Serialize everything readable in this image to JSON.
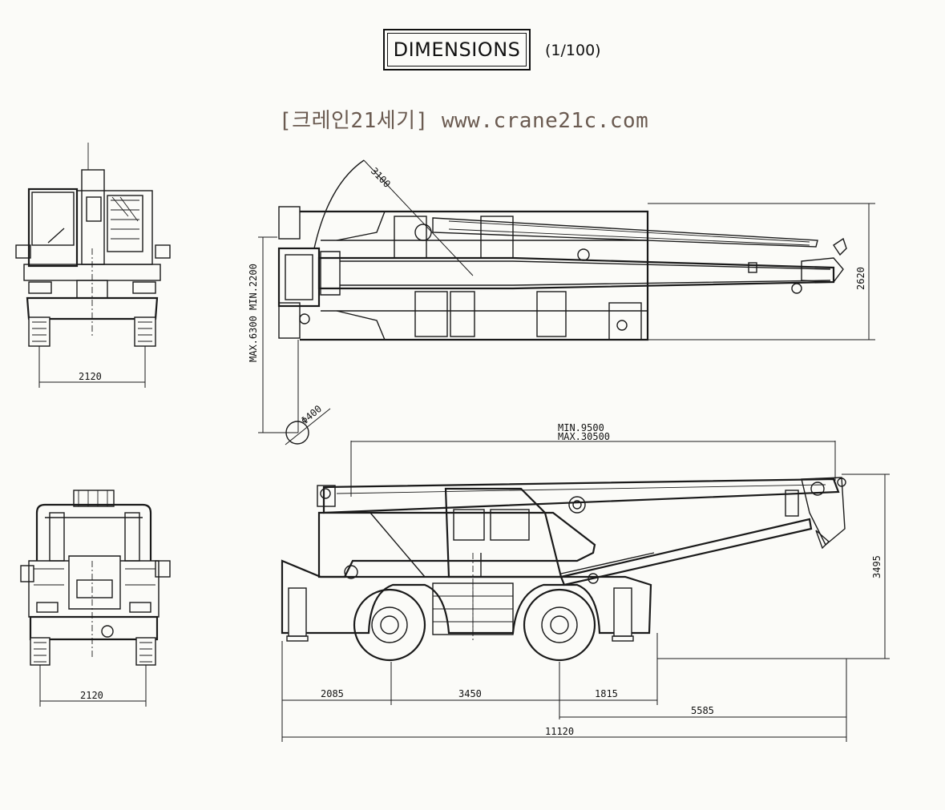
{
  "header": {
    "title": "DIMENSIONS",
    "scale": "(1/100)"
  },
  "watermark": "[크레인21세기] www.crane21c.com",
  "dimensions": {
    "front_track": "2120",
    "rear_track": "2120",
    "outrigger_extension": "MAX.6300 MIN.2200",
    "tail_swing_radius": "3100",
    "overall_width": "2620",
    "wheel_diameter": "Φ400",
    "boom_length_min": "MIN.9500",
    "boom_length_max": "MAX.30500",
    "overall_height": "3495",
    "front_overhang": "2085",
    "wheelbase": "3450",
    "rear_overhang": "1815",
    "rear_to_boom_tip": "5585",
    "overall_length": "11120"
  }
}
